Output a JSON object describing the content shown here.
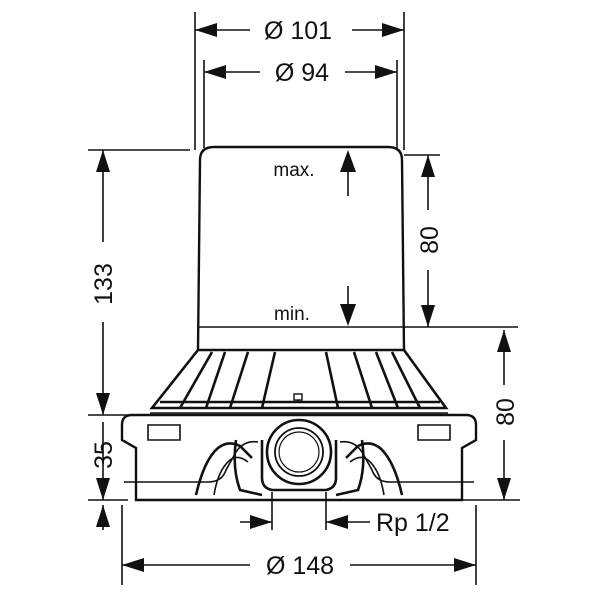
{
  "dimensions": {
    "outer_diameter": "Ø 101",
    "inner_diameter": "Ø 94",
    "total_height": "133",
    "fill_range": "80",
    "base_height_right": "80",
    "base_height_left": "35",
    "base_diameter": "Ø 148",
    "thread": "Rp 1/2"
  },
  "labels": {
    "max": "max.",
    "min": "min."
  }
}
